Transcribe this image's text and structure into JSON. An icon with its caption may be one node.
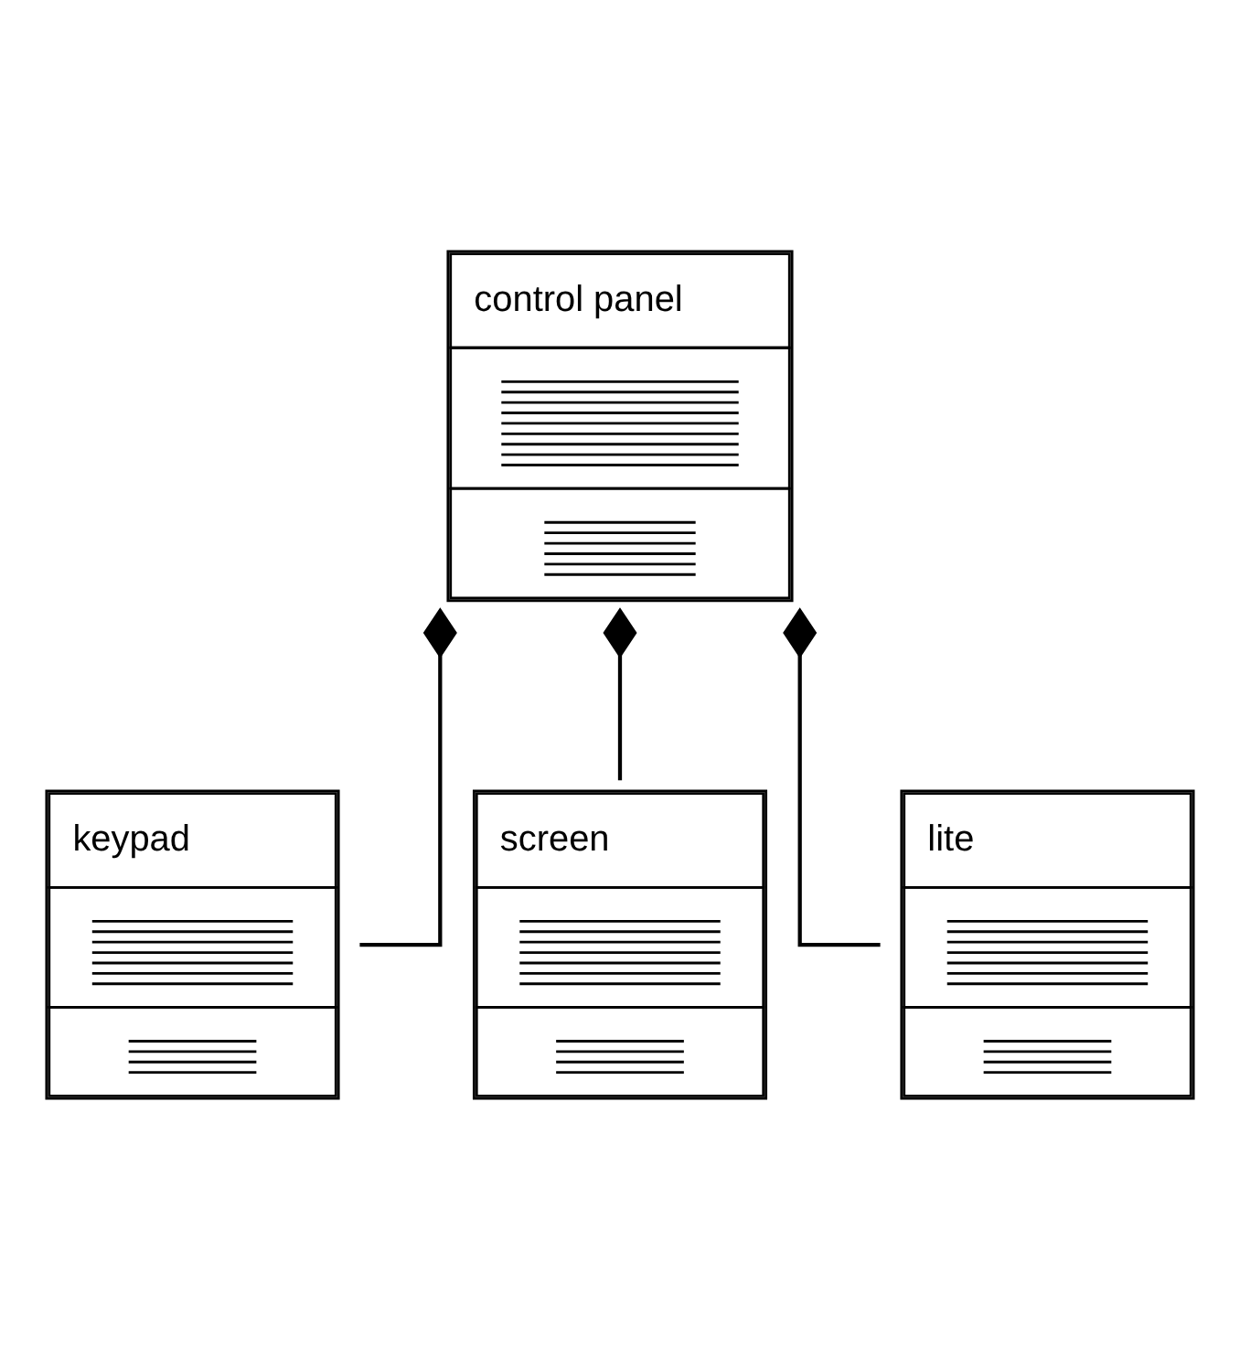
{
  "diagram": {
    "nodes": [
      {
        "text": [
          "control panel"
        ]
      },
      {
        "text": [
          "keypad"
        ]
      },
      {
        "text": [
          "screen"
        ]
      },
      {
        "text": [
          "lite"
        ]
      }
    ],
    "edges": [
      {
        "from": 0,
        "to": 1,
        "arrow": "other"
      },
      {
        "from": 0,
        "to": 2,
        "arrow": "other"
      },
      {
        "from": 0,
        "to": 3,
        "arrow": "other"
      }
    ]
  }
}
